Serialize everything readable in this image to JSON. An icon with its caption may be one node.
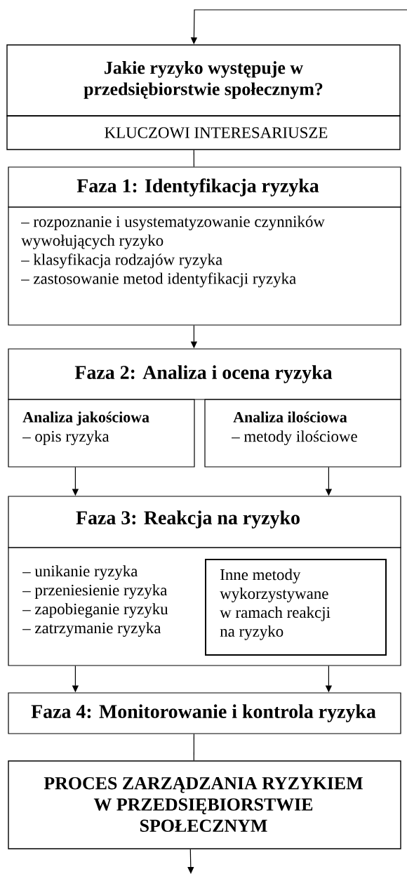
{
  "diagram": {
    "nodes": [
      {
        "text": [
          "Jakie ryzyko występuje w przedsiębiorstwie społecznym?"
        ]
      },
      {
        "text": [
          "KLUCZOWI INTERESARIUSZE"
        ]
      },
      {
        "text": [
          "Faza 1: Identyfikacja ryzyka"
        ]
      },
      {
        "text": [
          "– rozpoznanie i usystematyzowanie czynników wywołujących ryzyko",
          "– klasyfikacja rodzajów ryzyka",
          "– zastosowanie metod identyfikacji ryzyka"
        ]
      },
      {
        "text": [
          "Faza 2: Analiza i ocena ryzyka"
        ]
      },
      {
        "text": [
          "Analiza jakościowa",
          "– opis ryzyka"
        ]
      },
      {
        "text": [
          "Analiza ilościowa",
          "– metody ilościowe"
        ]
      },
      {
        "text": [
          "Faza 3: Reakcja na ryzyko"
        ]
      },
      {
        "text": [
          "– unikanie ryzyka",
          "– przeniesienie ryzyka",
          "– zapobieganie ryzyku",
          "– zatrzymanie ryzyka"
        ]
      },
      {
        "text": [
          "Inne metody wykorzystywane w ramach reakcji na ryzyko"
        ],
        "in": 8
      },
      {
        "text": [
          "Faza 4: Monitorowanie i kontrola ryzyka"
        ]
      },
      {
        "text": [
          "PROCES ZARZĄDZANIA RYZYKIEM W PRZEDSIĘBIORSTWIE SPOŁECZNYM"
        ]
      }
    ],
    "edges": [
      {
        "from": null,
        "to": 0,
        "arrow": "to"
      },
      {
        "from": 1,
        "to": 2,
        "arrow": "none"
      },
      {
        "from": 3,
        "to": 4,
        "arrow": "to"
      },
      {
        "from": 5,
        "to": 7,
        "arrow": "to"
      },
      {
        "from": 6,
        "to": 7,
        "arrow": "to"
      },
      {
        "from": 8,
        "to": 10,
        "arrow": "to"
      },
      {
        "from": 8,
        "to": 10,
        "arrow": "to"
      },
      {
        "from": 10,
        "to": 11,
        "arrow": "none"
      },
      {
        "from": 11,
        "to": null,
        "arrow": "to"
      }
    ]
  }
}
